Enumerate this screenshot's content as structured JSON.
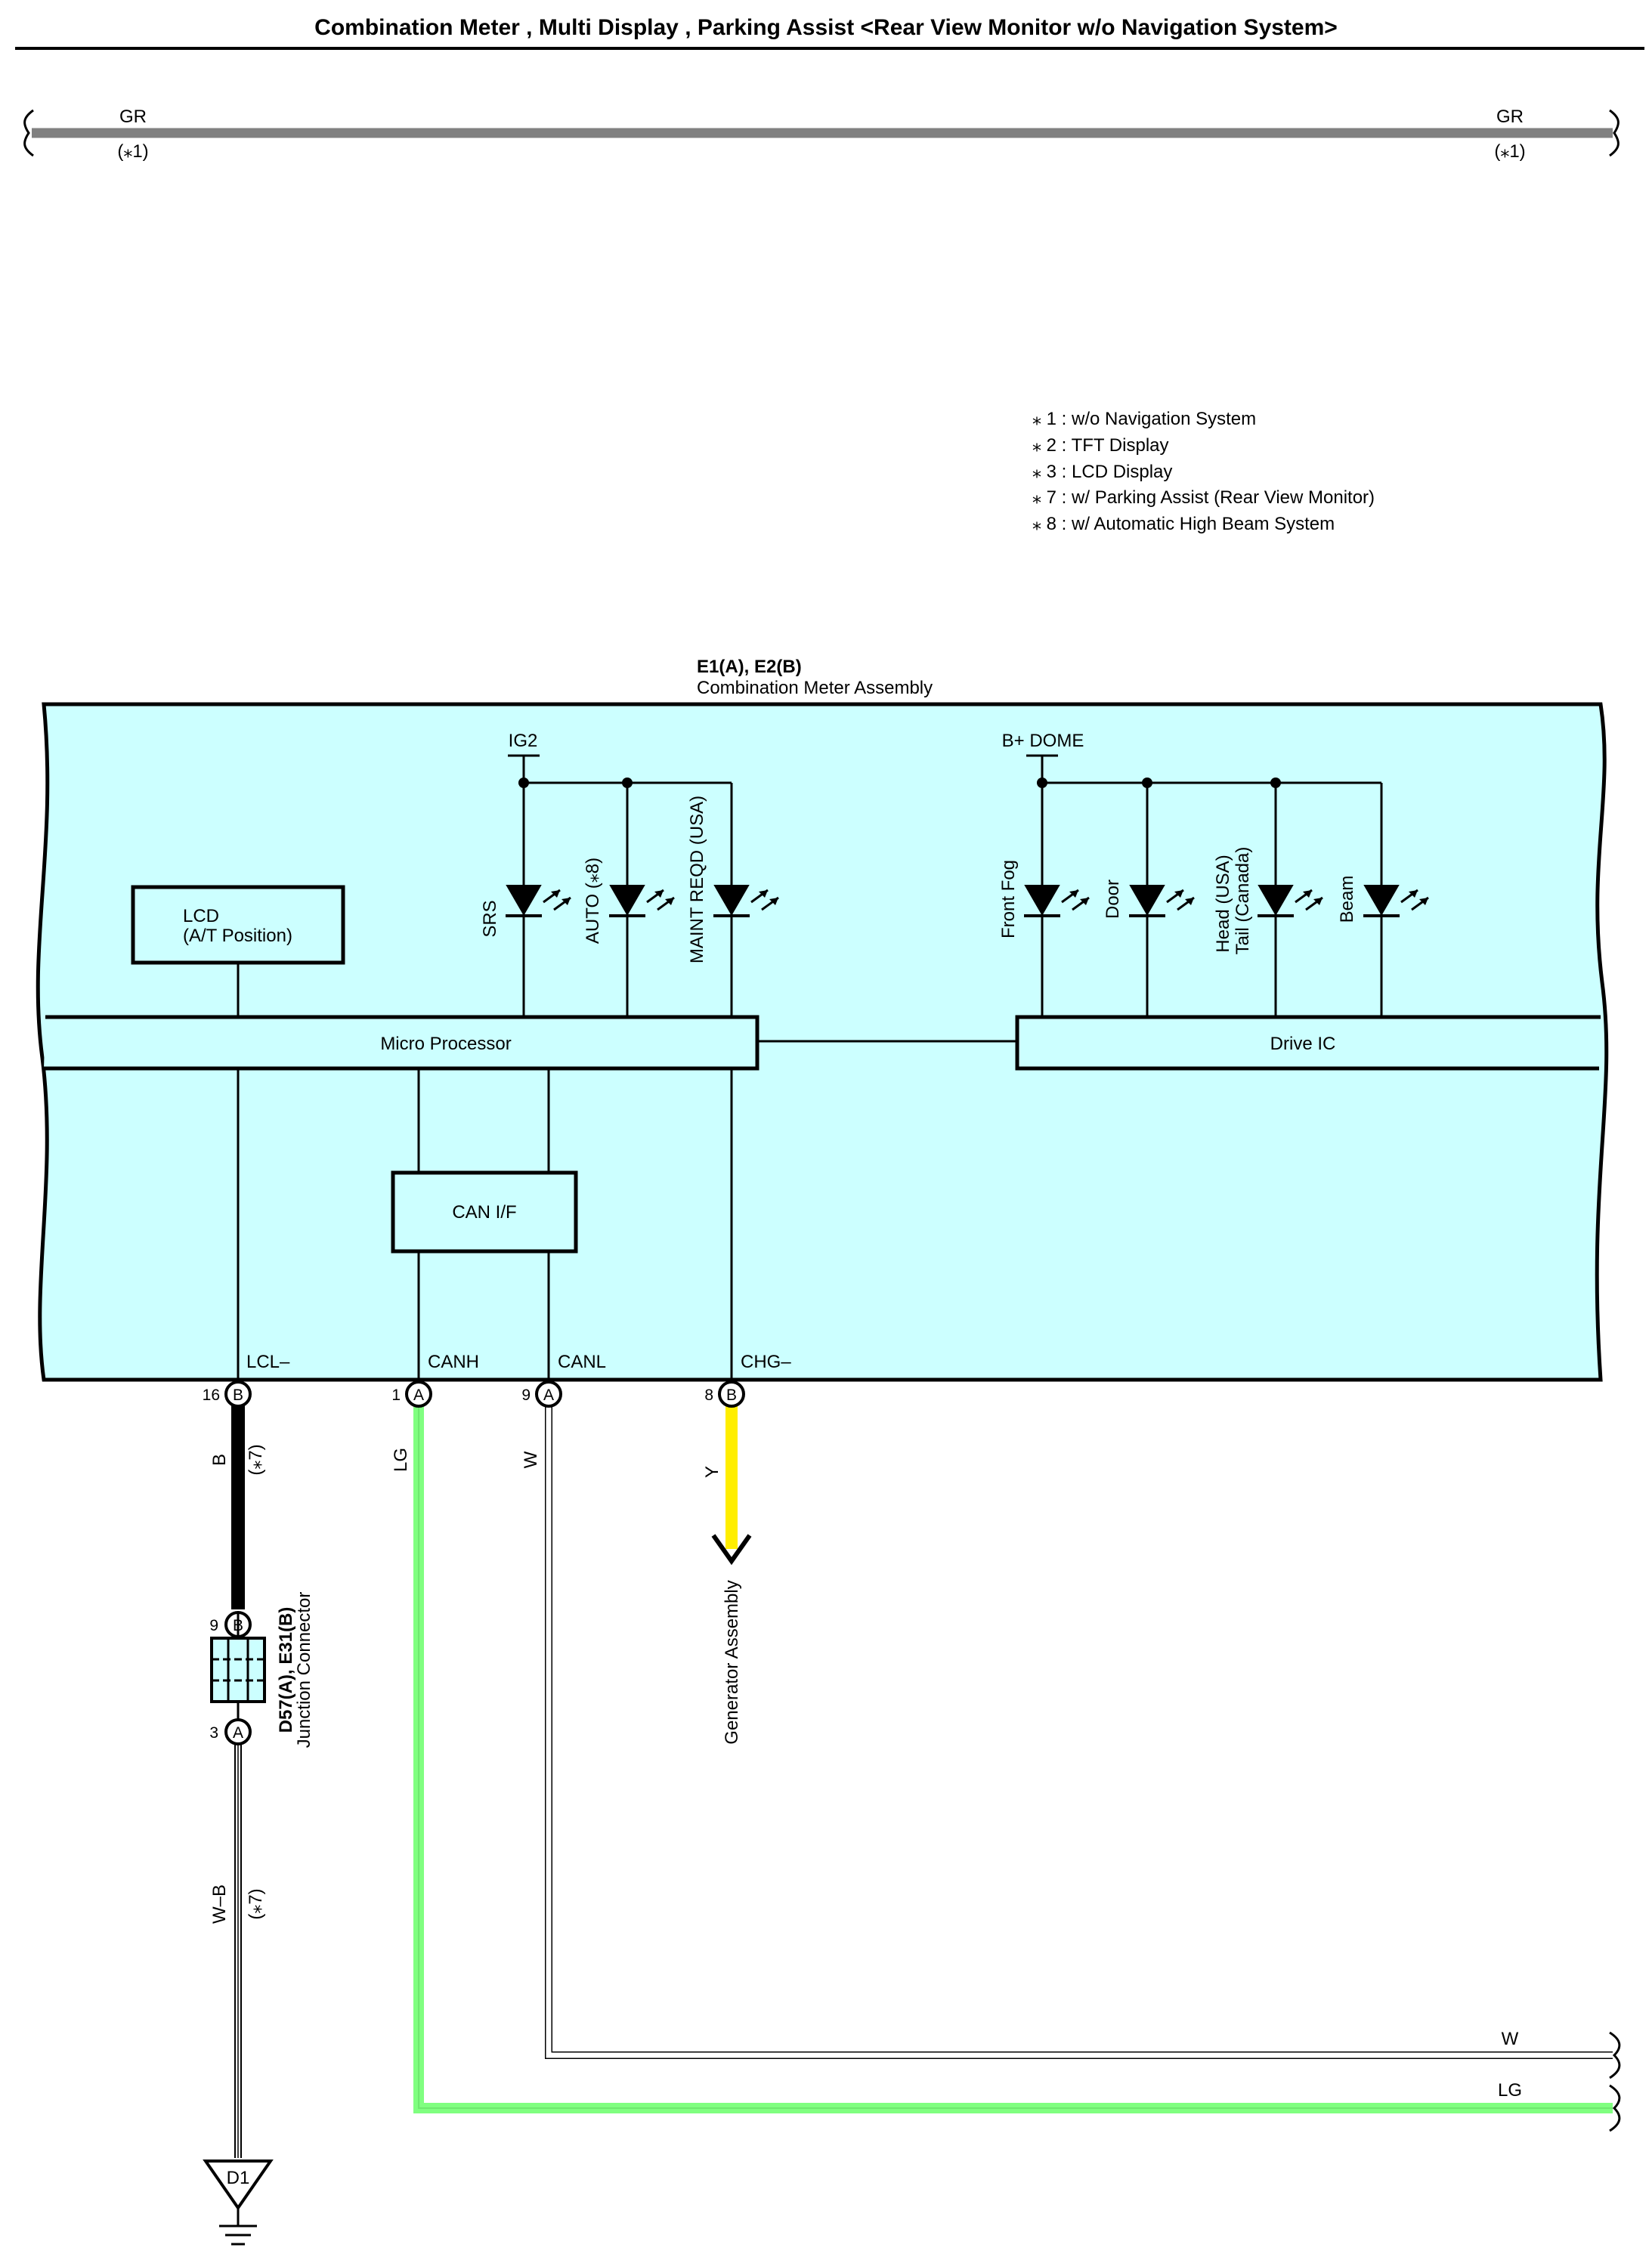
{
  "title": "Combination Meter , Multi Display , Parking Assist <Rear View Monitor w/o Navigation System>",
  "top_wire": {
    "color_code": "GR",
    "note": "(⁎1)",
    "color": "#808080"
  },
  "notes": [
    "⁎ 1 : w/o Navigation System",
    "⁎ 2 : TFT Display",
    "⁎ 3 : LCD Display",
    "⁎ 7 : w/ Parking Assist (Rear View Monitor)",
    "⁎ 8 : w/ Automatic High Beam System"
  ],
  "assembly": {
    "id": "E1(A), E2(B)",
    "name": "Combination Meter Assembly",
    "fill": "#ccffff",
    "lcd": {
      "line1": "LCD",
      "line2": "(A/T Position)"
    },
    "micro_processor": "Micro Processor",
    "drive_ic": "Drive IC",
    "can_if": "CAN I/F",
    "ig2": "IG2",
    "bdome": "B+ DOME",
    "leds_left": [
      "SRS",
      "AUTO (⁎8)",
      "MAINT REQD (USA)"
    ],
    "leds_right": [
      "Front Fog",
      "Door",
      "Head (USA)",
      "Tail (Canada)",
      "Beam"
    ],
    "terminals": [
      {
        "pin": "16",
        "conn": "B",
        "signal": "LCL–"
      },
      {
        "pin": "1",
        "conn": "A",
        "signal": "CANH"
      },
      {
        "pin": "9",
        "conn": "A",
        "signal": "CANL"
      },
      {
        "pin": "8",
        "conn": "B",
        "signal": "CHG–"
      }
    ]
  },
  "wires": {
    "lcl": {
      "code": "B",
      "note": "(⁎7)",
      "color": "#000000"
    },
    "canh": {
      "code": "LG",
      "color": "#80ff80"
    },
    "canl": {
      "code": "W",
      "color": "#ffffff"
    },
    "chg": {
      "code": "Y",
      "color": "#ffee00"
    },
    "ground": {
      "code": "W–B",
      "note": "(⁎7)"
    }
  },
  "junction": {
    "id": "D57(A), E31(B)",
    "name": "Junction Connector",
    "top_pin": "9",
    "top_conn": "B",
    "bottom_pin": "3",
    "bottom_conn": "A"
  },
  "generator": "Generator Assembly",
  "ground_point": "D1",
  "right_labels": {
    "w": "W",
    "lg": "LG"
  }
}
